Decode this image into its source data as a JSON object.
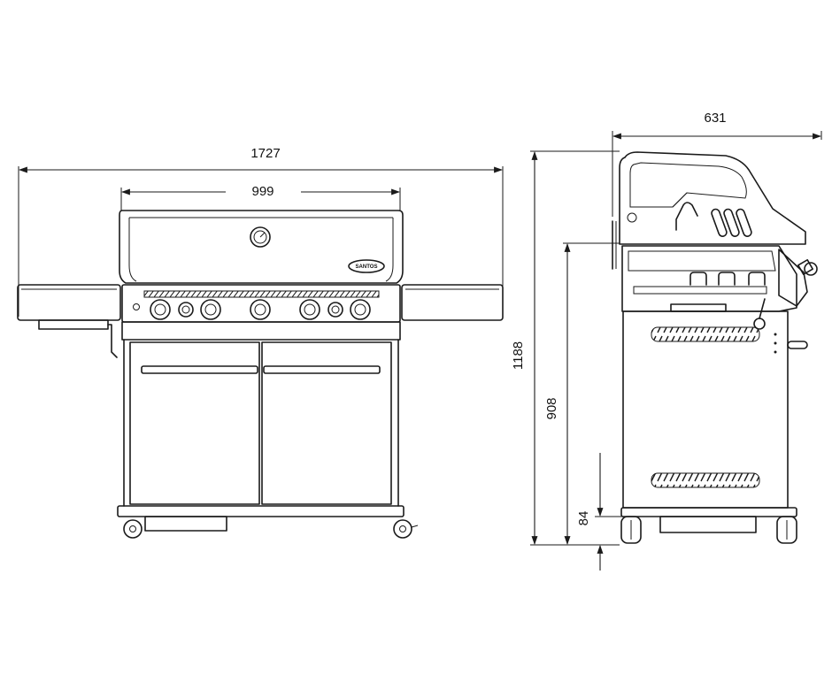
{
  "dimensions": {
    "total_width": "1727",
    "hood_width": "999",
    "depth": "631",
    "total_height": "1188",
    "grill_height": "908",
    "clearance": "84"
  },
  "brand": "SANTOS"
}
